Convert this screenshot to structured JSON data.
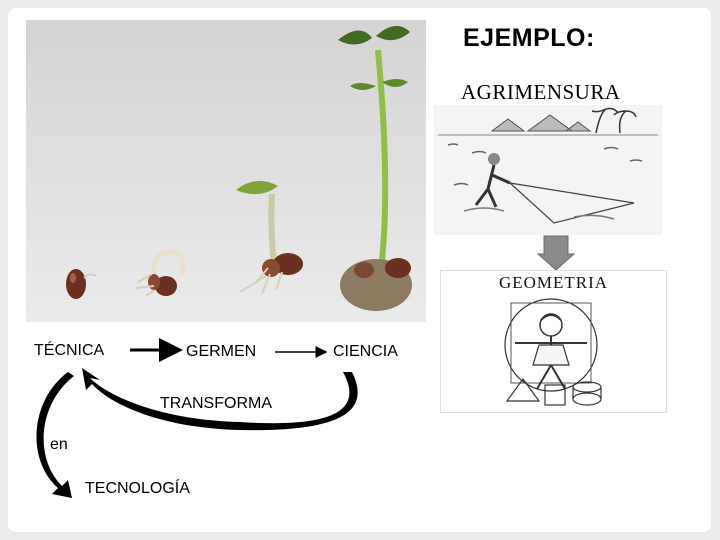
{
  "slide": {
    "title": "EJEMPLO:",
    "subtitle": "AGRIMENSURA"
  },
  "images": {
    "geometry_banner": "GEOMETRIA"
  },
  "diagram": {
    "labels": {
      "tecnica": "TÉCNICA",
      "germen": "GERMEN",
      "ciencia": "CIENCIA",
      "transforma": "TRANSFORMA",
      "en": "en",
      "tecnologia": "TECNOLOGÍA"
    }
  },
  "colors": {
    "arrow_down": "#8a8a8a",
    "seed_background": "#dedede",
    "stem_green": "#5d8a2e"
  }
}
